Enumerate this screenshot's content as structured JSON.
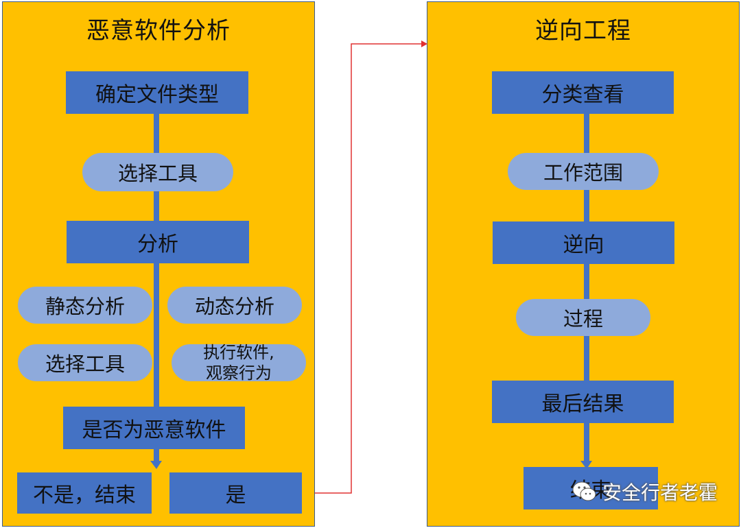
{
  "left_panel": {
    "title": "恶意软件分析",
    "steps": {
      "determine_type": "确定文件类型",
      "select_tools": "选择工具",
      "analysis": "分析",
      "static_analysis": "静态分析",
      "dynamic_analysis": "动态分析",
      "select_tools_2": "选择工具",
      "run_software_line1": "执行软件,",
      "run_software_line2": "观察行为",
      "is_malware": "是否为恶意软件",
      "no_end": "不是，结束",
      "yes": "是"
    }
  },
  "right_panel": {
    "title": "逆向工程",
    "steps": {
      "classify_view": "分类查看",
      "scope": "工作范围",
      "reverse": "逆向",
      "process": "过程",
      "final_result": "最后结果",
      "end": "结束"
    }
  },
  "watermark": {
    "text": "安全行者老霍",
    "icon": "wechat-icon"
  },
  "colors": {
    "panel_bg": "#ffc000",
    "box_dark": "#4472c4",
    "box_light": "#8eaadb",
    "connector": "#e03030"
  }
}
